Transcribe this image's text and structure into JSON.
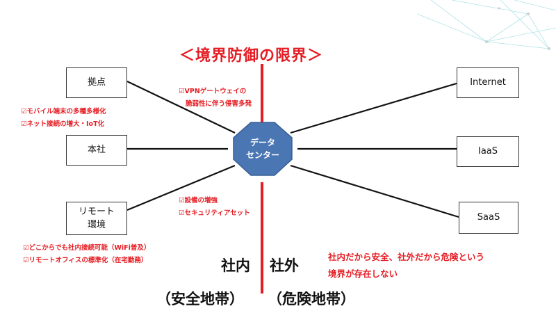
{
  "title": "＜境界防御の限界＞",
  "center_node": {
    "line1": "データ",
    "line2": "センター"
  },
  "left_nodes": {
    "kyoten": "拠点",
    "honsha": "本社",
    "remote_line1": "リモート",
    "remote_line2": "環境"
  },
  "right_nodes": {
    "internet": "Internet",
    "iaas": "IaaS",
    "saas": "SaaS"
  },
  "notes": {
    "vpn_line1": "☑VPNゲートウェイの",
    "vpn_line2": "脆弱性に伴う侵害多発",
    "mobile_line1": "☑モバイル端末の多種多様化",
    "mobile_line2": "☑ネット接続の増大・IoT化",
    "security_line1": "☑設備の増強",
    "security_line2": "☑セキュリティアセット",
    "remote_line1": "☑どこからでも社内接続可能（WiFi普及）",
    "remote_line2": "☑リモートオフィスの標準化（在宅勤務）"
  },
  "zones": {
    "inside": "社内",
    "outside": "社外",
    "inside_sub": "（安全地帯）",
    "outside_sub": "（危険地帯）"
  },
  "message": {
    "line1": "社内だから安全、社外だから危険という",
    "line2": "境界が存在しない"
  },
  "colors": {
    "accent_red": "#e51c23",
    "center_fill": "#4a76b3",
    "line": "#111111",
    "deco": "#7fd3d9"
  }
}
